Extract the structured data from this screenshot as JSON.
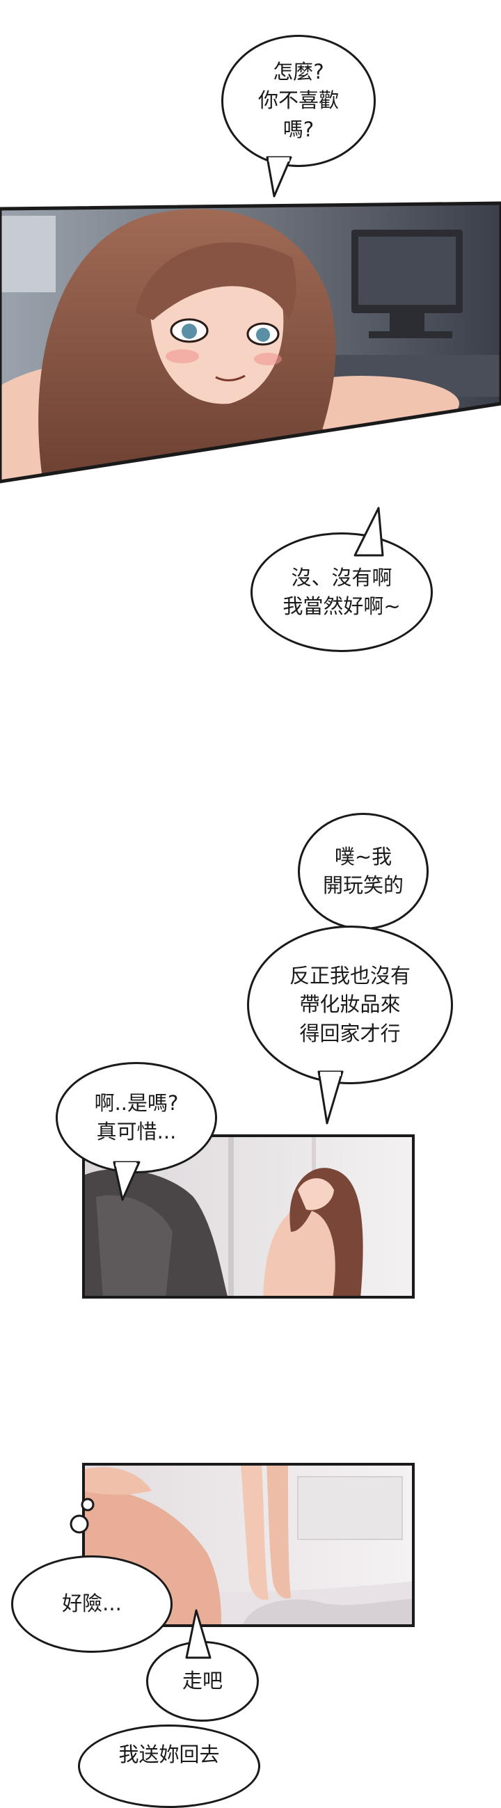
{
  "bubbles": {
    "b1": "怎麼?\n你不喜歡\n嗎?",
    "b2": "沒、沒有啊\n我當然好啊~",
    "b3": "噗~我\n開玩笑的",
    "b4": "反正我也沒有\n帶化妝品來\n得回家才行",
    "b5": "啊..是嗎?\n真可惜...",
    "b6": "好險...",
    "b7": "走吧",
    "b8": "我送妳回去"
  },
  "colors": {
    "ink": "#1a1a1a",
    "hair": "#8a5a48",
    "skin": "#f2c8b4",
    "room": "#3a3f4a",
    "wall": "#ece8ea"
  }
}
